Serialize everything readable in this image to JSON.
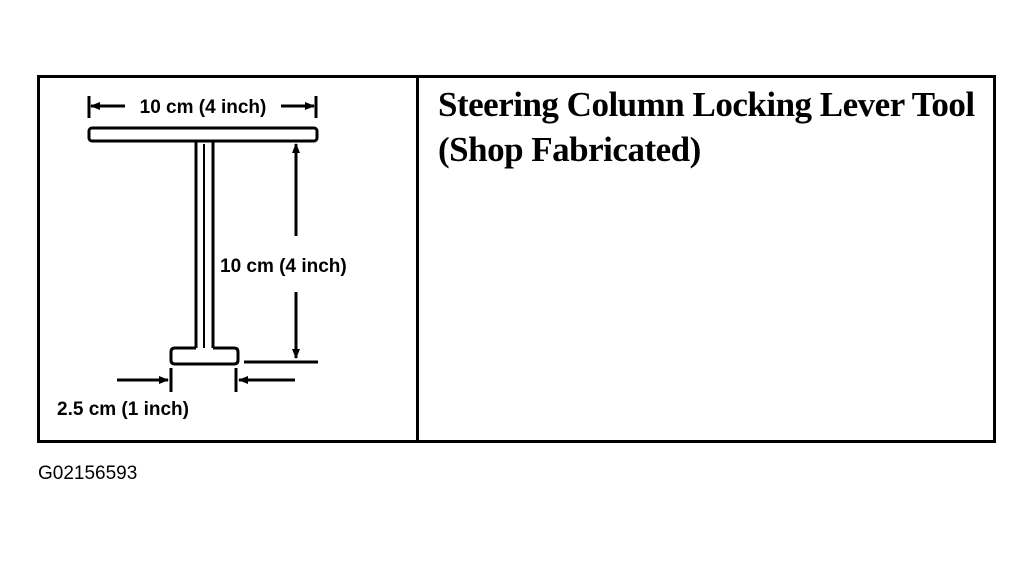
{
  "title": "Steering Column Locking Lever Tool (Shop Fabricated)",
  "figure_id": "G02156593",
  "dimensions": {
    "top_width": "10 cm (4 inch)",
    "height": "10 cm (4 inch)",
    "foot_width": "2.5 cm (1 inch)"
  }
}
